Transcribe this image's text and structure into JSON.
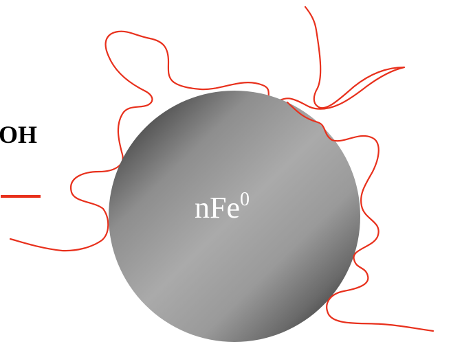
{
  "diagram": {
    "side_label": "OH",
    "particle": {
      "label": "nFe",
      "superscript": "0"
    },
    "colors": {
      "polymer_chain": "#e8301c",
      "side_bar": "#e8301c",
      "sphere_light": "#a9a9a9",
      "sphere_dark": "#3a3a3a",
      "text_dark": "#000000",
      "text_light": "#ffffff"
    }
  }
}
